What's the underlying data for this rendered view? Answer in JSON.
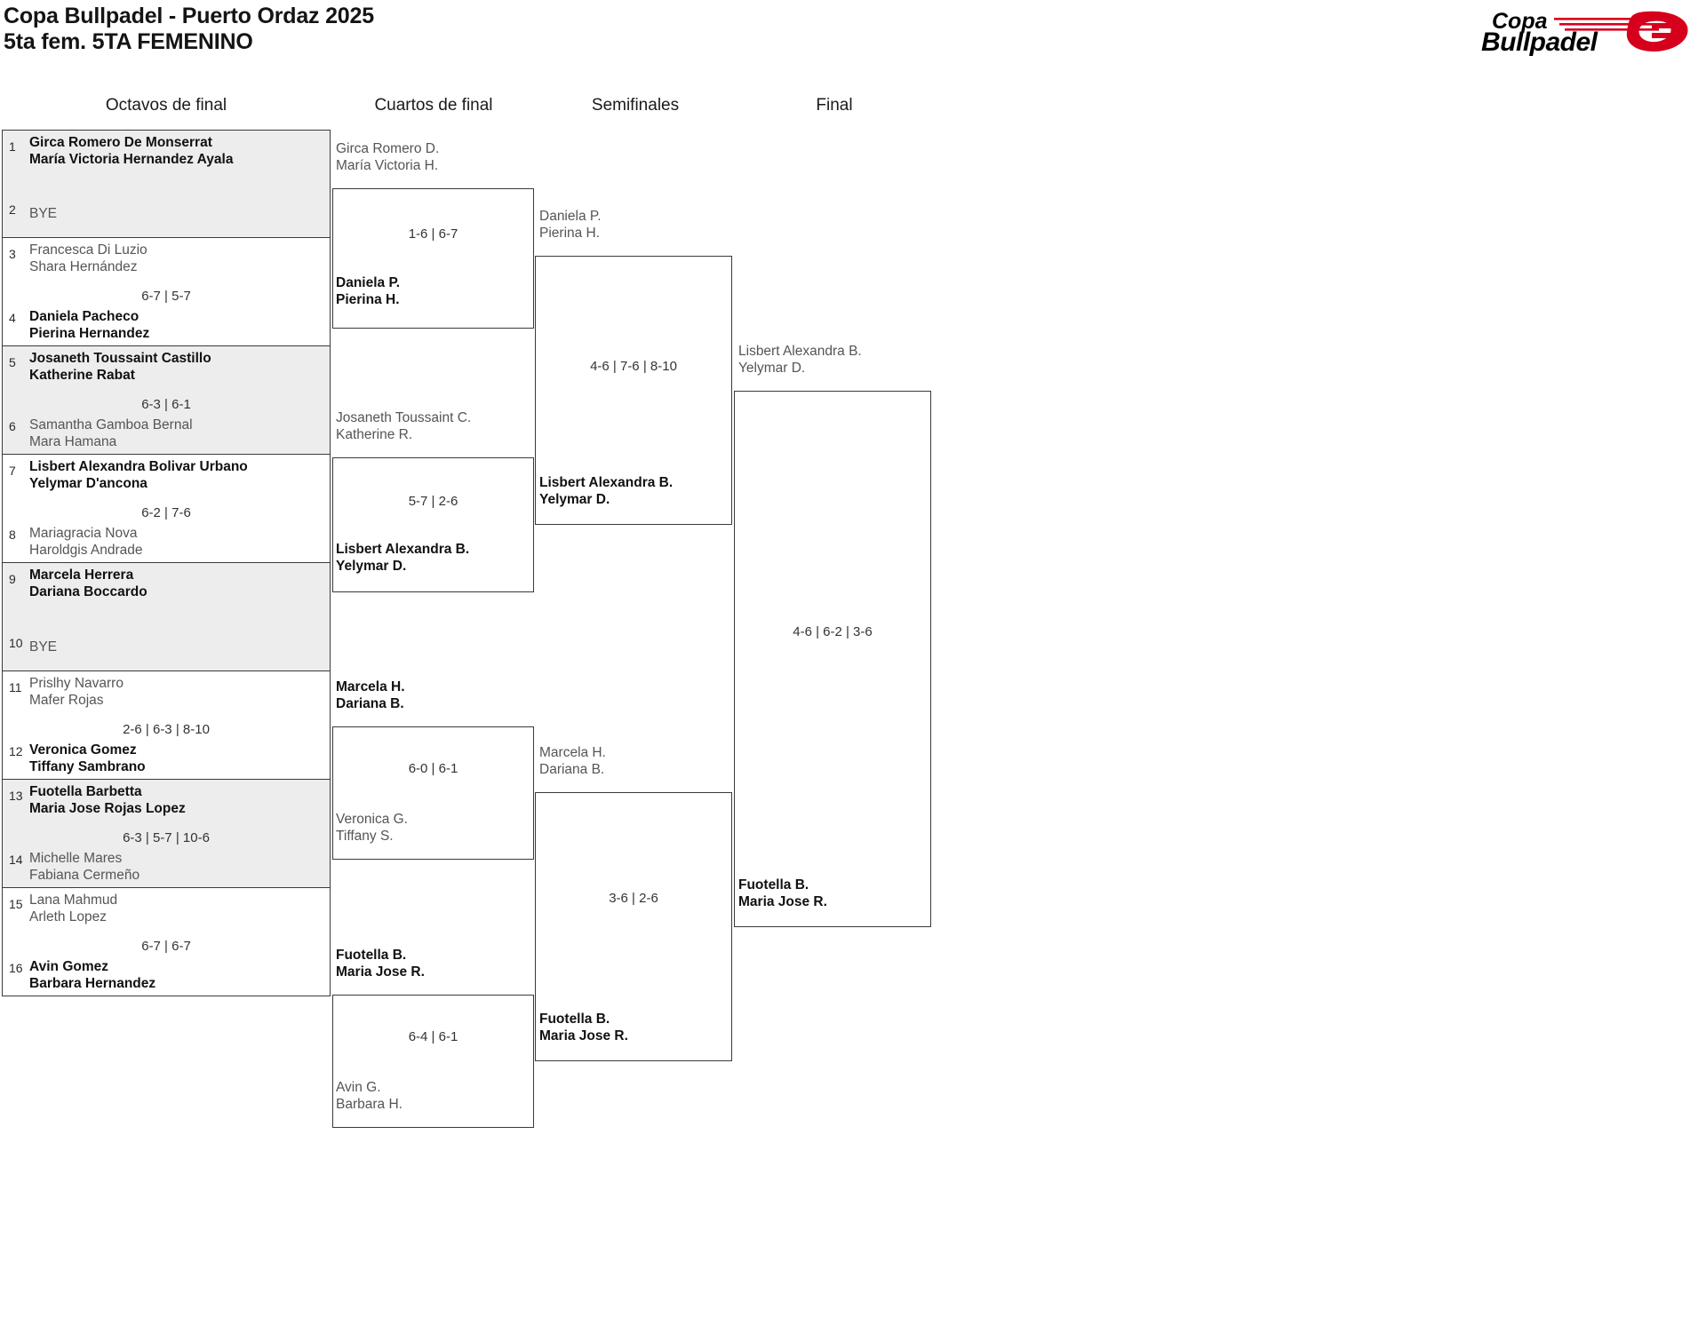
{
  "header": {
    "title_line1": "Copa Bullpadel - Puerto Ordaz 2025",
    "title_line2": "5ta fem. 5TA FEMENINO",
    "logo_text_top": "Copa",
    "logo_text_bottom": "Bullpadel",
    "logo_colors": {
      "text": "#000000",
      "accent": "#d6001c"
    }
  },
  "rounds": [
    {
      "id": "r16",
      "label": "Octavos de final"
    },
    {
      "id": "qf",
      "label": "Cuartos de final"
    },
    {
      "id": "sf",
      "label": "Semifinales"
    },
    {
      "id": "f",
      "label": "Final"
    }
  ],
  "round16": [
    {
      "seed_top": "1",
      "top_line1": "Girca Romero De Monserrat",
      "top_line2": "María Victoria Hernandez Ayala",
      "top_result": "win",
      "seed_bot": "2",
      "bot_line1": "BYE",
      "bot_line2": "",
      "bot_result": "lose",
      "score": ""
    },
    {
      "seed_top": "3",
      "top_line1": "Francesca Di Luzio",
      "top_line2": "Shara Hernández",
      "top_result": "lose",
      "seed_bot": "4",
      "bot_line1": "Daniela Pacheco",
      "bot_line2": "Pierina Hernandez",
      "bot_result": "win",
      "score": "6-7 | 5-7"
    },
    {
      "seed_top": "5",
      "top_line1": "Josaneth Toussaint Castillo",
      "top_line2": "Katherine Rabat",
      "top_result": "win",
      "seed_bot": "6",
      "bot_line1": "Samantha Gamboa Bernal",
      "bot_line2": "Mara Hamana",
      "bot_result": "lose",
      "score": "6-3 | 6-1"
    },
    {
      "seed_top": "7",
      "top_line1": "Lisbert Alexandra Bolivar Urbano",
      "top_line2": "Yelymar D'ancona",
      "top_result": "win",
      "seed_bot": "8",
      "bot_line1": "Mariagracia Nova",
      "bot_line2": "Haroldgis Andrade",
      "bot_result": "lose",
      "score": "6-2 | 7-6"
    },
    {
      "seed_top": "9",
      "top_line1": "Marcela Herrera",
      "top_line2": "Dariana Boccardo",
      "top_result": "win",
      "seed_bot": "10",
      "bot_line1": "BYE",
      "bot_line2": "",
      "bot_result": "lose",
      "score": ""
    },
    {
      "seed_top": "11",
      "top_line1": "Prislhy Navarro",
      "top_line2": "Mafer Rojas",
      "top_result": "lose",
      "seed_bot": "12",
      "bot_line1": "Veronica Gomez",
      "bot_line2": "Tiffany Sambrano",
      "bot_result": "win",
      "score": "2-6 | 6-3 | 8-10"
    },
    {
      "seed_top": "13",
      "top_line1": "Fuotella Barbetta",
      "top_line2": "Maria Jose Rojas Lopez",
      "top_result": "win",
      "seed_bot": "14",
      "bot_line1": "Michelle Mares",
      "bot_line2": "Fabiana Cermeño",
      "bot_result": "lose",
      "score": "6-3 | 5-7 | 10-6"
    },
    {
      "seed_top": "15",
      "top_line1": "Lana Mahmud",
      "top_line2": "Arleth Lopez",
      "top_result": "lose",
      "seed_bot": "16",
      "bot_line1": "Avin Gomez",
      "bot_line2": "Barbara Hernandez",
      "bot_result": "win",
      "score": "6-7 | 6-7"
    }
  ],
  "quarters": [
    {
      "top_line1": "Girca Romero D.",
      "top_line2": "María Victoria H.",
      "top_result": "lose",
      "bot_line1": "Daniela P.",
      "bot_line2": "Pierina H.",
      "bot_result": "win",
      "score": "1-6 | 6-7"
    },
    {
      "top_line1": "Josaneth Toussaint C.",
      "top_line2": "Katherine R.",
      "top_result": "lose",
      "bot_line1": "Lisbert Alexandra B.",
      "bot_line2": "Yelymar D.",
      "bot_result": "win",
      "score": "5-7 | 2-6"
    },
    {
      "top_line1": "Marcela H.",
      "top_line2": "Dariana B.",
      "top_result": "win",
      "bot_line1": "Veronica G.",
      "bot_line2": "Tiffany S.",
      "bot_result": "lose",
      "score": "6-0 | 6-1"
    },
    {
      "top_line1": "Fuotella B.",
      "top_line2": "Maria Jose R.",
      "top_result": "win",
      "bot_line1": "Avin G.",
      "bot_line2": "Barbara H.",
      "bot_result": "lose",
      "score": "6-4 | 6-1"
    }
  ],
  "semis": [
    {
      "top_line1": "Daniela P.",
      "top_line2": "Pierina H.",
      "top_result": "lose",
      "bot_line1": "Lisbert Alexandra B.",
      "bot_line2": "Yelymar D.",
      "bot_result": "win",
      "score": "4-6 | 7-6 | 8-10"
    },
    {
      "top_line1": "Marcela H.",
      "top_line2": "Dariana B.",
      "top_result": "lose",
      "bot_line1": "Fuotella B.",
      "bot_line2": "Maria Jose R.",
      "bot_result": "win",
      "score": "3-6 | 2-6"
    }
  ],
  "final": {
    "top_line1": "Lisbert Alexandra B.",
    "top_line2": "Yelymar D.",
    "top_result": "lose",
    "bot_line1": "Fuotella B.",
    "bot_line2": "Maria Jose R.",
    "bot_result": "win",
    "score": "4-6 | 6-2 | 3-6"
  }
}
